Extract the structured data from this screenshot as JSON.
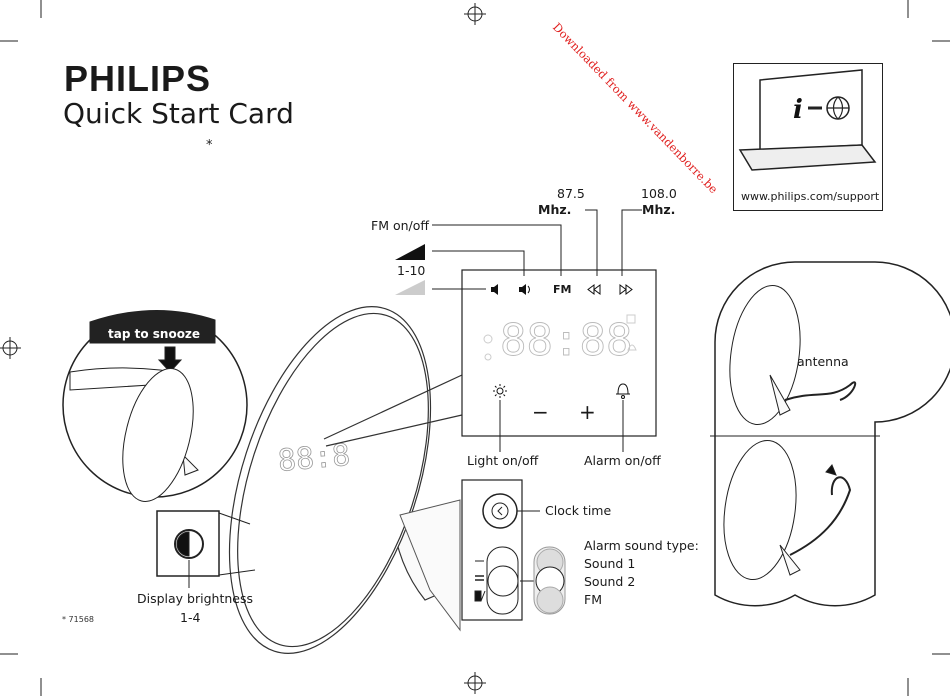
{
  "header": {
    "brand": "PHILIPS",
    "title": "Quick Start Card",
    "asterisk": "*"
  },
  "watermark": "Downloaded from www.vandenborre.be",
  "support": {
    "url": "www.philips.com/support",
    "icon": "laptop-info-globe-icon"
  },
  "radio": {
    "freq_low": "87.5",
    "freq_low_unit": "Mhz.",
    "freq_high": "108.0",
    "freq_high_unit": "Mhz.",
    "fm_onoff": "FM on/off",
    "volume_range": "1-10",
    "fm_icon_label": "FM"
  },
  "display": {
    "digits": "88:88",
    "minus": "−",
    "plus": "+"
  },
  "labels": {
    "light_onoff": "Light on/off",
    "alarm_onoff": "Alarm on/off",
    "tap_to_snooze": "tap to snooze",
    "clock_time": "Clock time",
    "display_brightness": "Display brightness",
    "brightness_range": "1-4",
    "antenna": "antenna",
    "alarm_sound_type": "Alarm sound type:",
    "sound1": "Sound 1",
    "sound2": "Sound 2",
    "fm": "FM",
    "model": "* 71568"
  }
}
